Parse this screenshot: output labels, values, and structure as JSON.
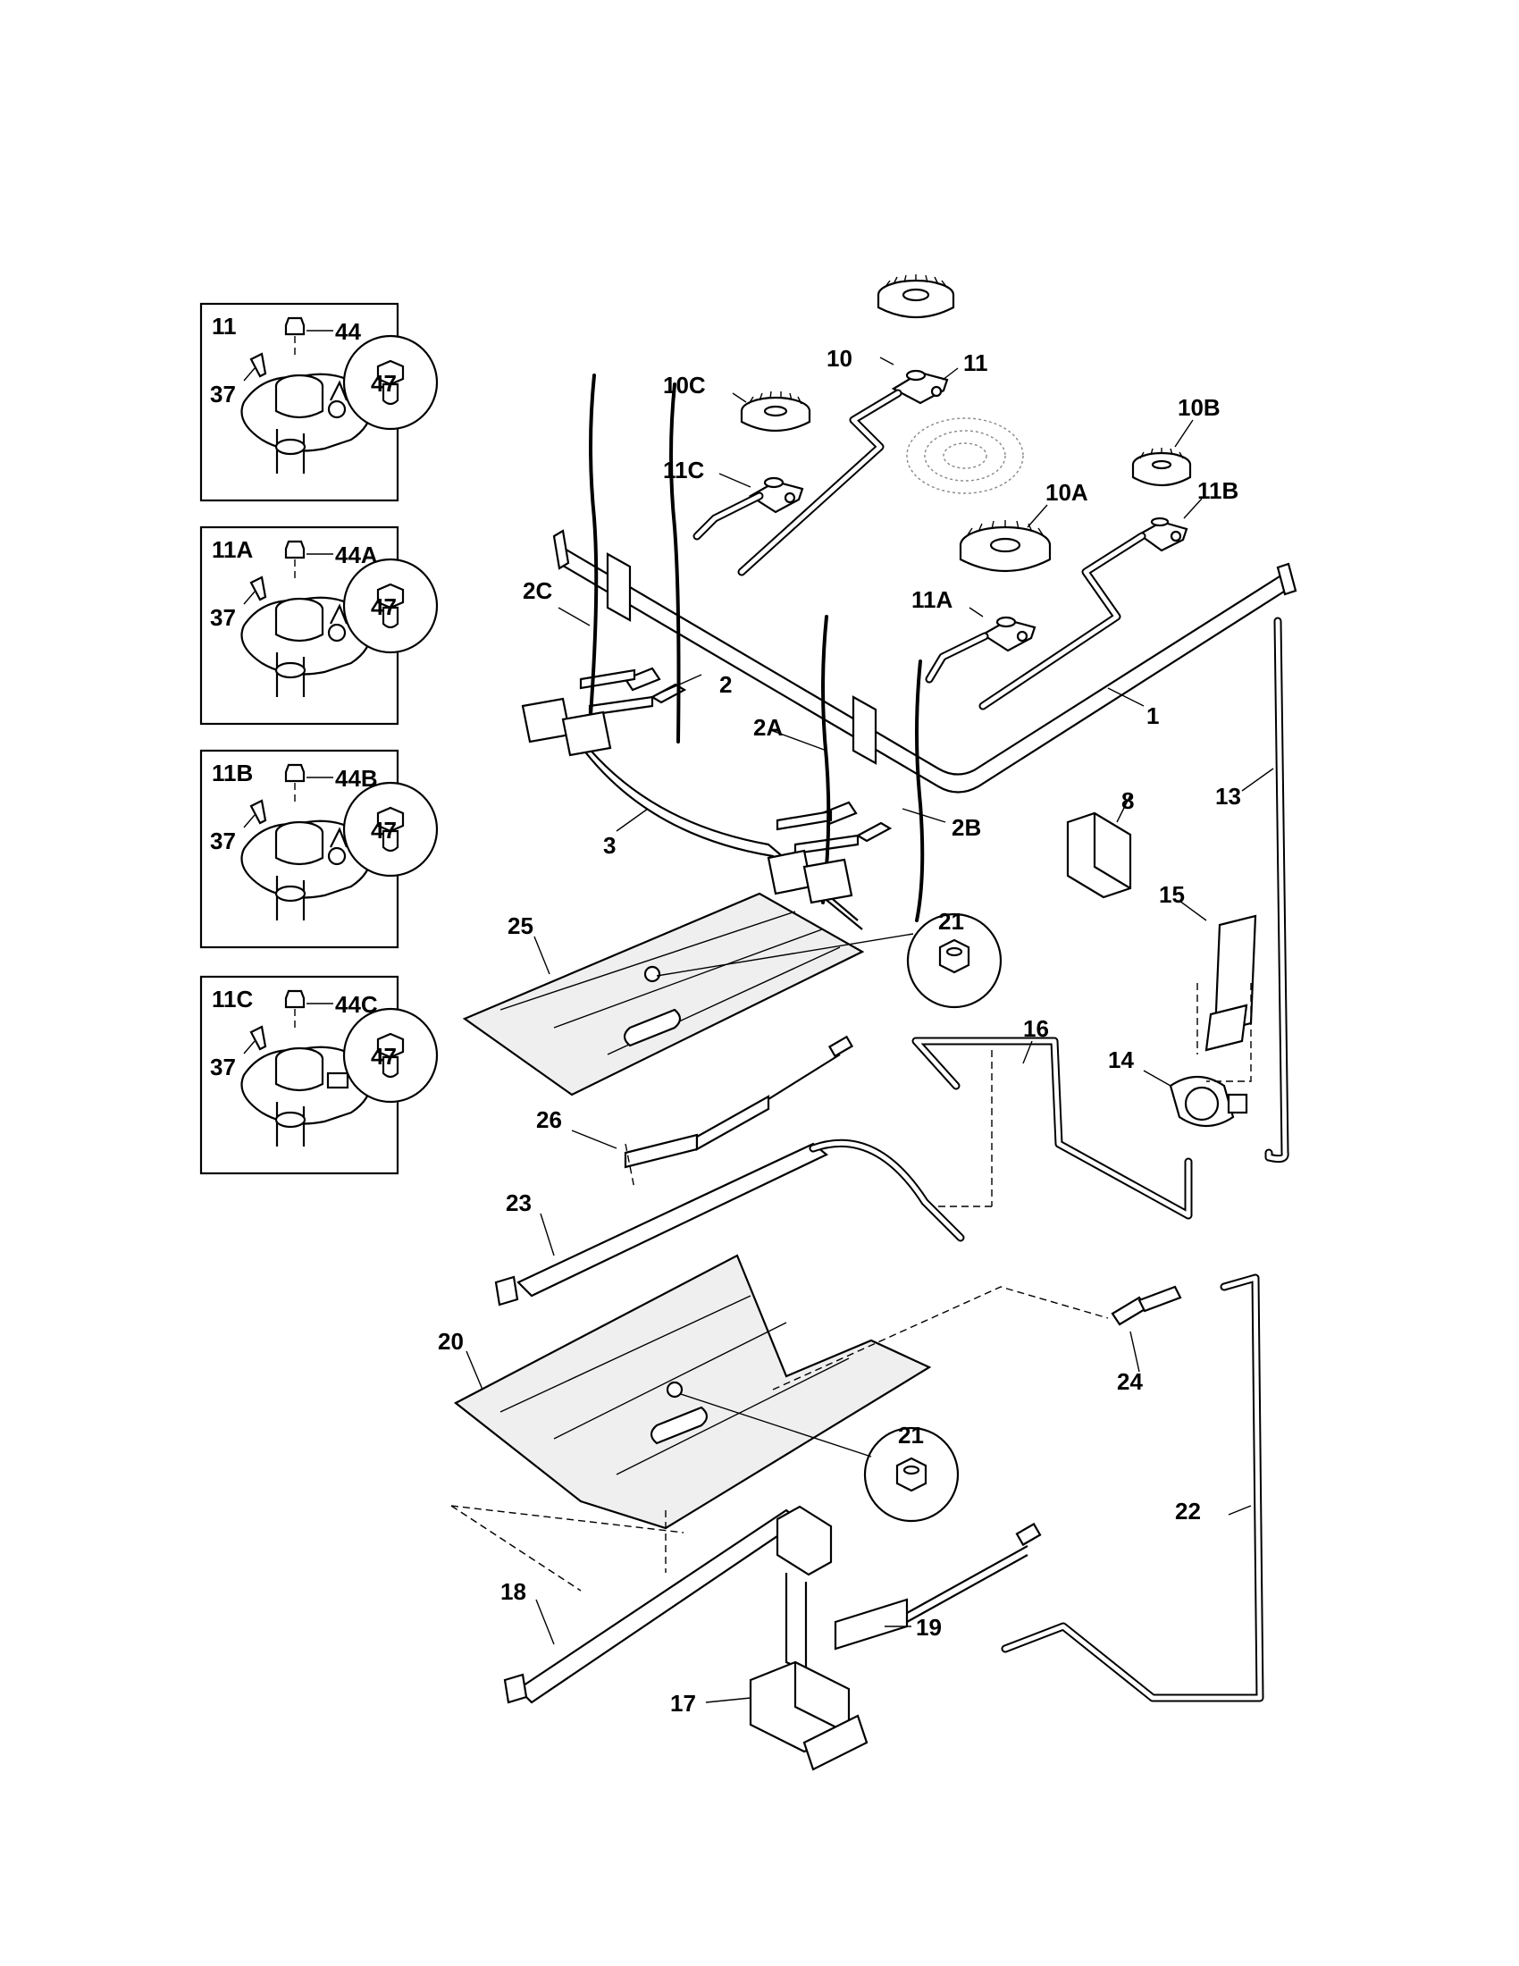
{
  "insets": [
    {
      "title": "11",
      "cap": "44",
      "screw": "37",
      "orifice": "47"
    },
    {
      "title": "11A",
      "cap": "44A",
      "screw": "37",
      "orifice": "47"
    },
    {
      "title": "11B",
      "cap": "44B",
      "screw": "37",
      "orifice": "47"
    },
    {
      "title": "11C",
      "cap": "44C",
      "screw": "37",
      "orifice": "47"
    }
  ],
  "callouts": {
    "p1": "1",
    "p2": "2",
    "p2A": "2A",
    "p2B": "2B",
    "p2C": "2C",
    "p3": "3",
    "p8": "8",
    "p10": "10",
    "p10A": "10A",
    "p10B": "10B",
    "p10C": "10C",
    "p11": "11",
    "p11A": "11A",
    "p11B": "11B",
    "p11C": "11C",
    "p13": "13",
    "p14": "14",
    "p15": "15",
    "p16": "16",
    "p17": "17",
    "p18": "18",
    "p19": "19",
    "p20": "20",
    "p21a": "21",
    "p21b": "21",
    "p22": "22",
    "p23": "23",
    "p24": "24",
    "p25": "25",
    "p26": "26"
  }
}
